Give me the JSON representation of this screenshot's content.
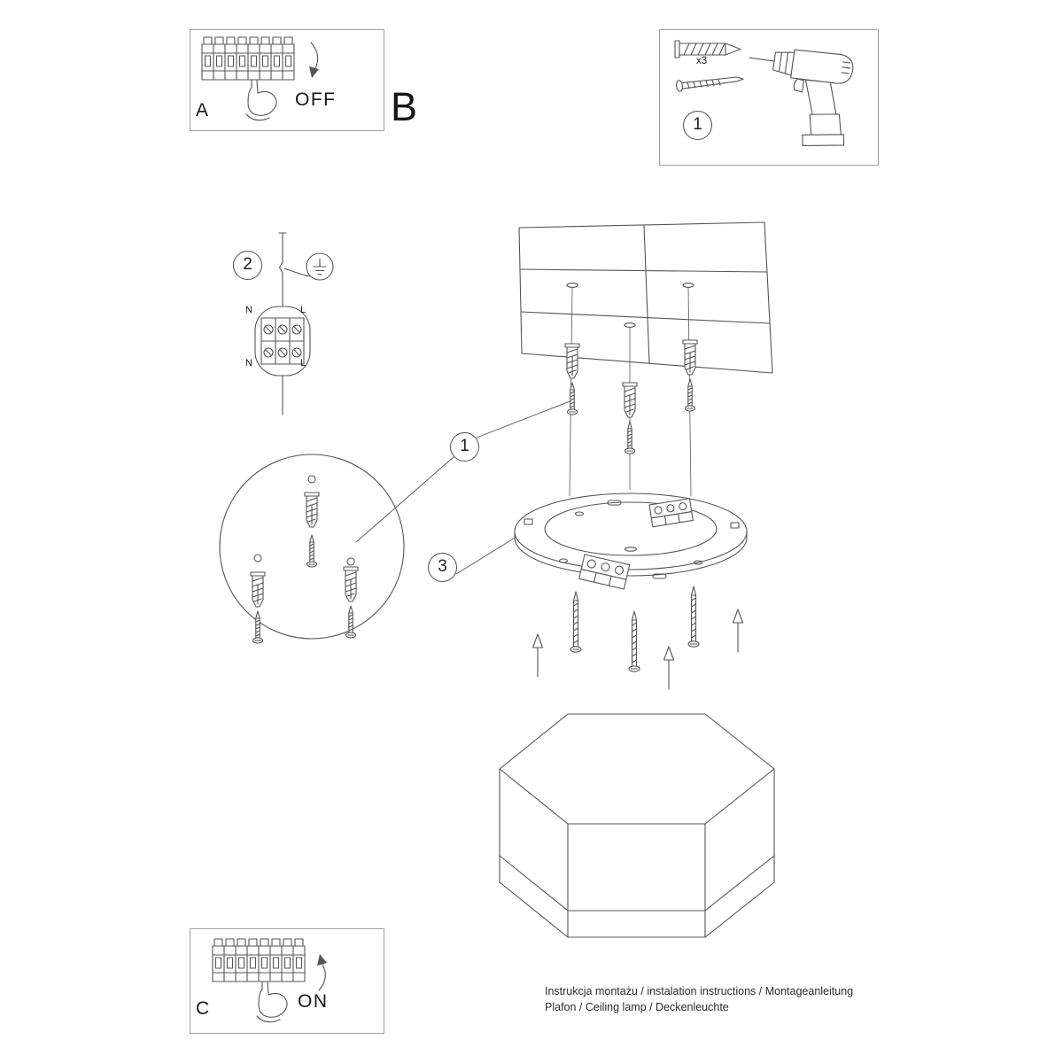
{
  "sections": {
    "a_label": "A",
    "b_label": "B",
    "c_label": "C"
  },
  "switch": {
    "off_text": "OFF",
    "on_text": "ON"
  },
  "tools": {
    "badge": "1",
    "anchor_count": "x3"
  },
  "callouts": {
    "anchors_badge": "1",
    "wiring_badge": "2",
    "mounting_badge": "3"
  },
  "wiring_labels": {
    "n_top": "N",
    "l_top": "L",
    "n_bottom": "N",
    "l_bottom": "L"
  },
  "footer": {
    "line1": "Instrukcja montażu / instalation instructions / Montageanleitung",
    "line2": "Plafon / Ceiling lamp / Deckenleuchte"
  }
}
